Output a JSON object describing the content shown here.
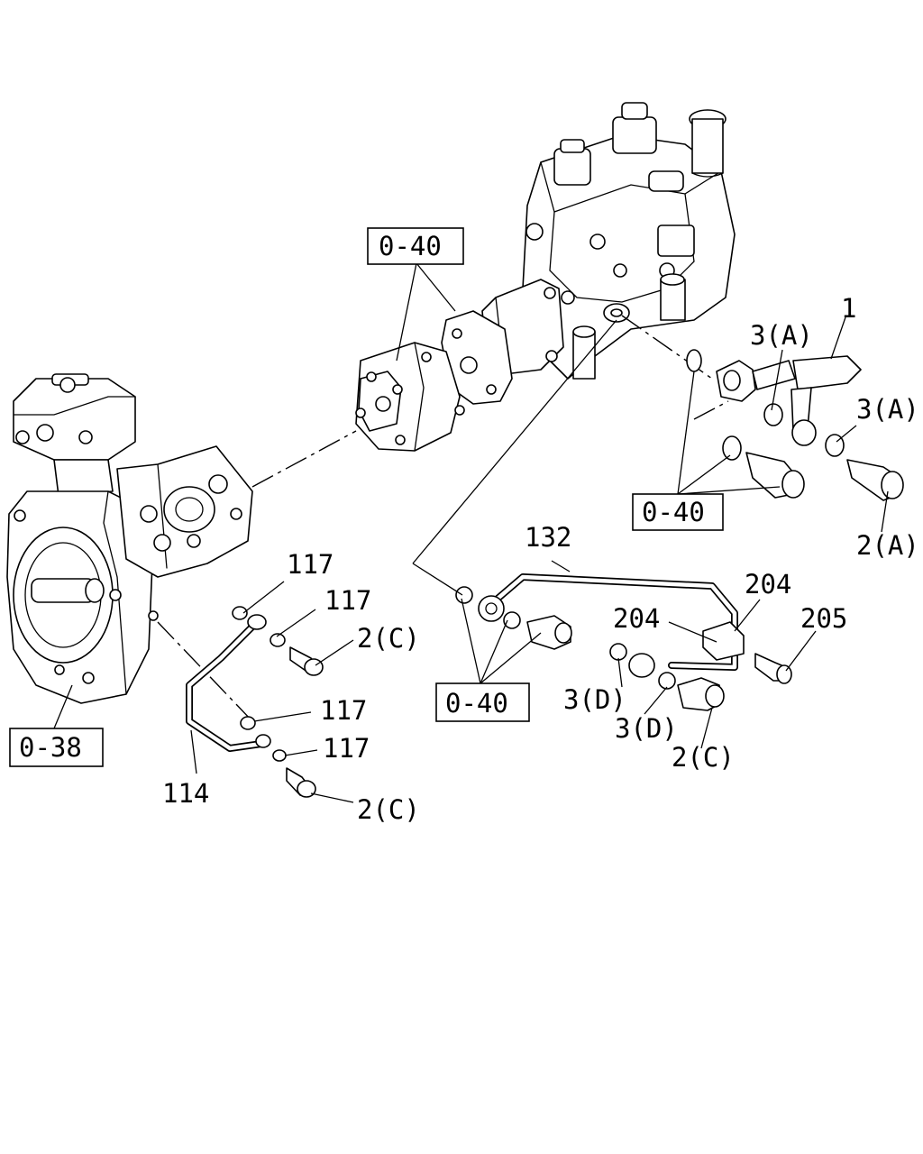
{
  "callouts": {
    "ref_040_top": "0-40",
    "ref_040_right": "0-40",
    "ref_040_bottom": "0-40",
    "ref_038": "0-38",
    "part_1": "1",
    "part_3a_upper": "3(A)",
    "part_3a_lower": "3(A)",
    "part_2a": "2(A)",
    "part_132": "132",
    "part_204_upper": "204",
    "part_204_lower": "204",
    "part_205": "205",
    "part_3d_upper": "3(D)",
    "part_3d_lower": "3(D)",
    "part_2c_right": "2(C)",
    "part_117_a": "117",
    "part_117_b": "117",
    "part_117_c": "117",
    "part_117_d": "117",
    "part_2c_upper": "2(C)",
    "part_2c_lower": "2(C)",
    "part_114": "114"
  }
}
